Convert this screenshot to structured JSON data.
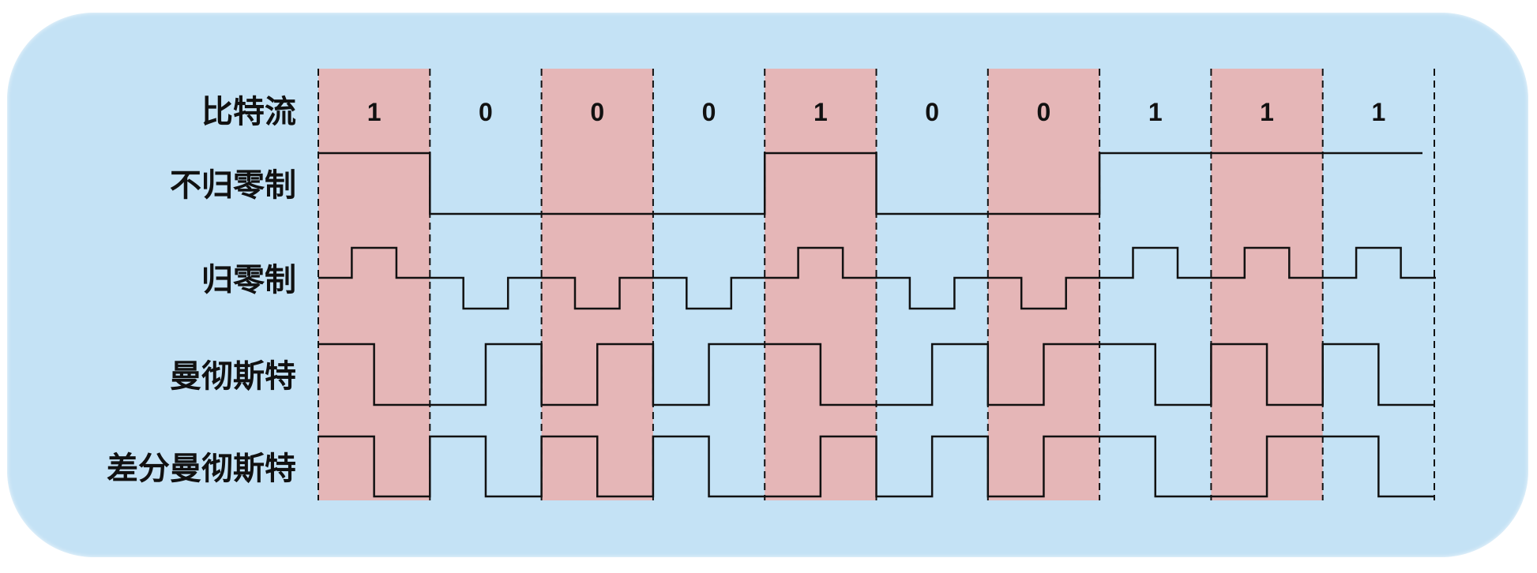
{
  "chart_data": {
    "type": "diagram",
    "title": "",
    "bits": [
      1,
      0,
      0,
      0,
      1,
      0,
      0,
      1,
      1,
      1
    ],
    "shaded_bits": [
      0,
      2,
      4,
      6,
      8
    ],
    "row_labels": {
      "bitstream": "比特流",
      "nrz": "不归零制",
      "rz": "归零制",
      "manchester": "曼彻斯特",
      "diff_manchester": "差分曼彻斯特"
    },
    "bit_labels": [
      "1",
      "0",
      "0",
      "0",
      "1",
      "0",
      "0",
      "1",
      "1",
      "1"
    ],
    "nrz_levels": [
      1,
      0,
      0,
      0,
      1,
      0,
      0,
      1,
      1,
      1
    ],
    "rz_pulses": [
      1,
      -1,
      -1,
      -1,
      1,
      -1,
      -1,
      1,
      1,
      1
    ],
    "manchester_halves": [
      [
        1,
        0
      ],
      [
        0,
        1
      ],
      [
        0,
        1
      ],
      [
        0,
        1
      ],
      [
        1,
        0
      ],
      [
        0,
        1
      ],
      [
        0,
        1
      ],
      [
        1,
        0
      ],
      [
        1,
        0
      ],
      [
        1,
        0
      ]
    ],
    "diff_manchester_halves": [
      [
        1,
        0
      ],
      [
        1,
        0
      ],
      [
        1,
        0
      ],
      [
        1,
        0
      ],
      [
        0,
        1
      ],
      [
        0,
        1
      ],
      [
        0,
        1
      ],
      [
        1,
        0
      ],
      [
        0,
        1
      ],
      [
        1,
        0
      ]
    ]
  },
  "colors": {
    "panel": "#c4e2f5",
    "shade": "#e5b6b7",
    "line": "#111111"
  }
}
